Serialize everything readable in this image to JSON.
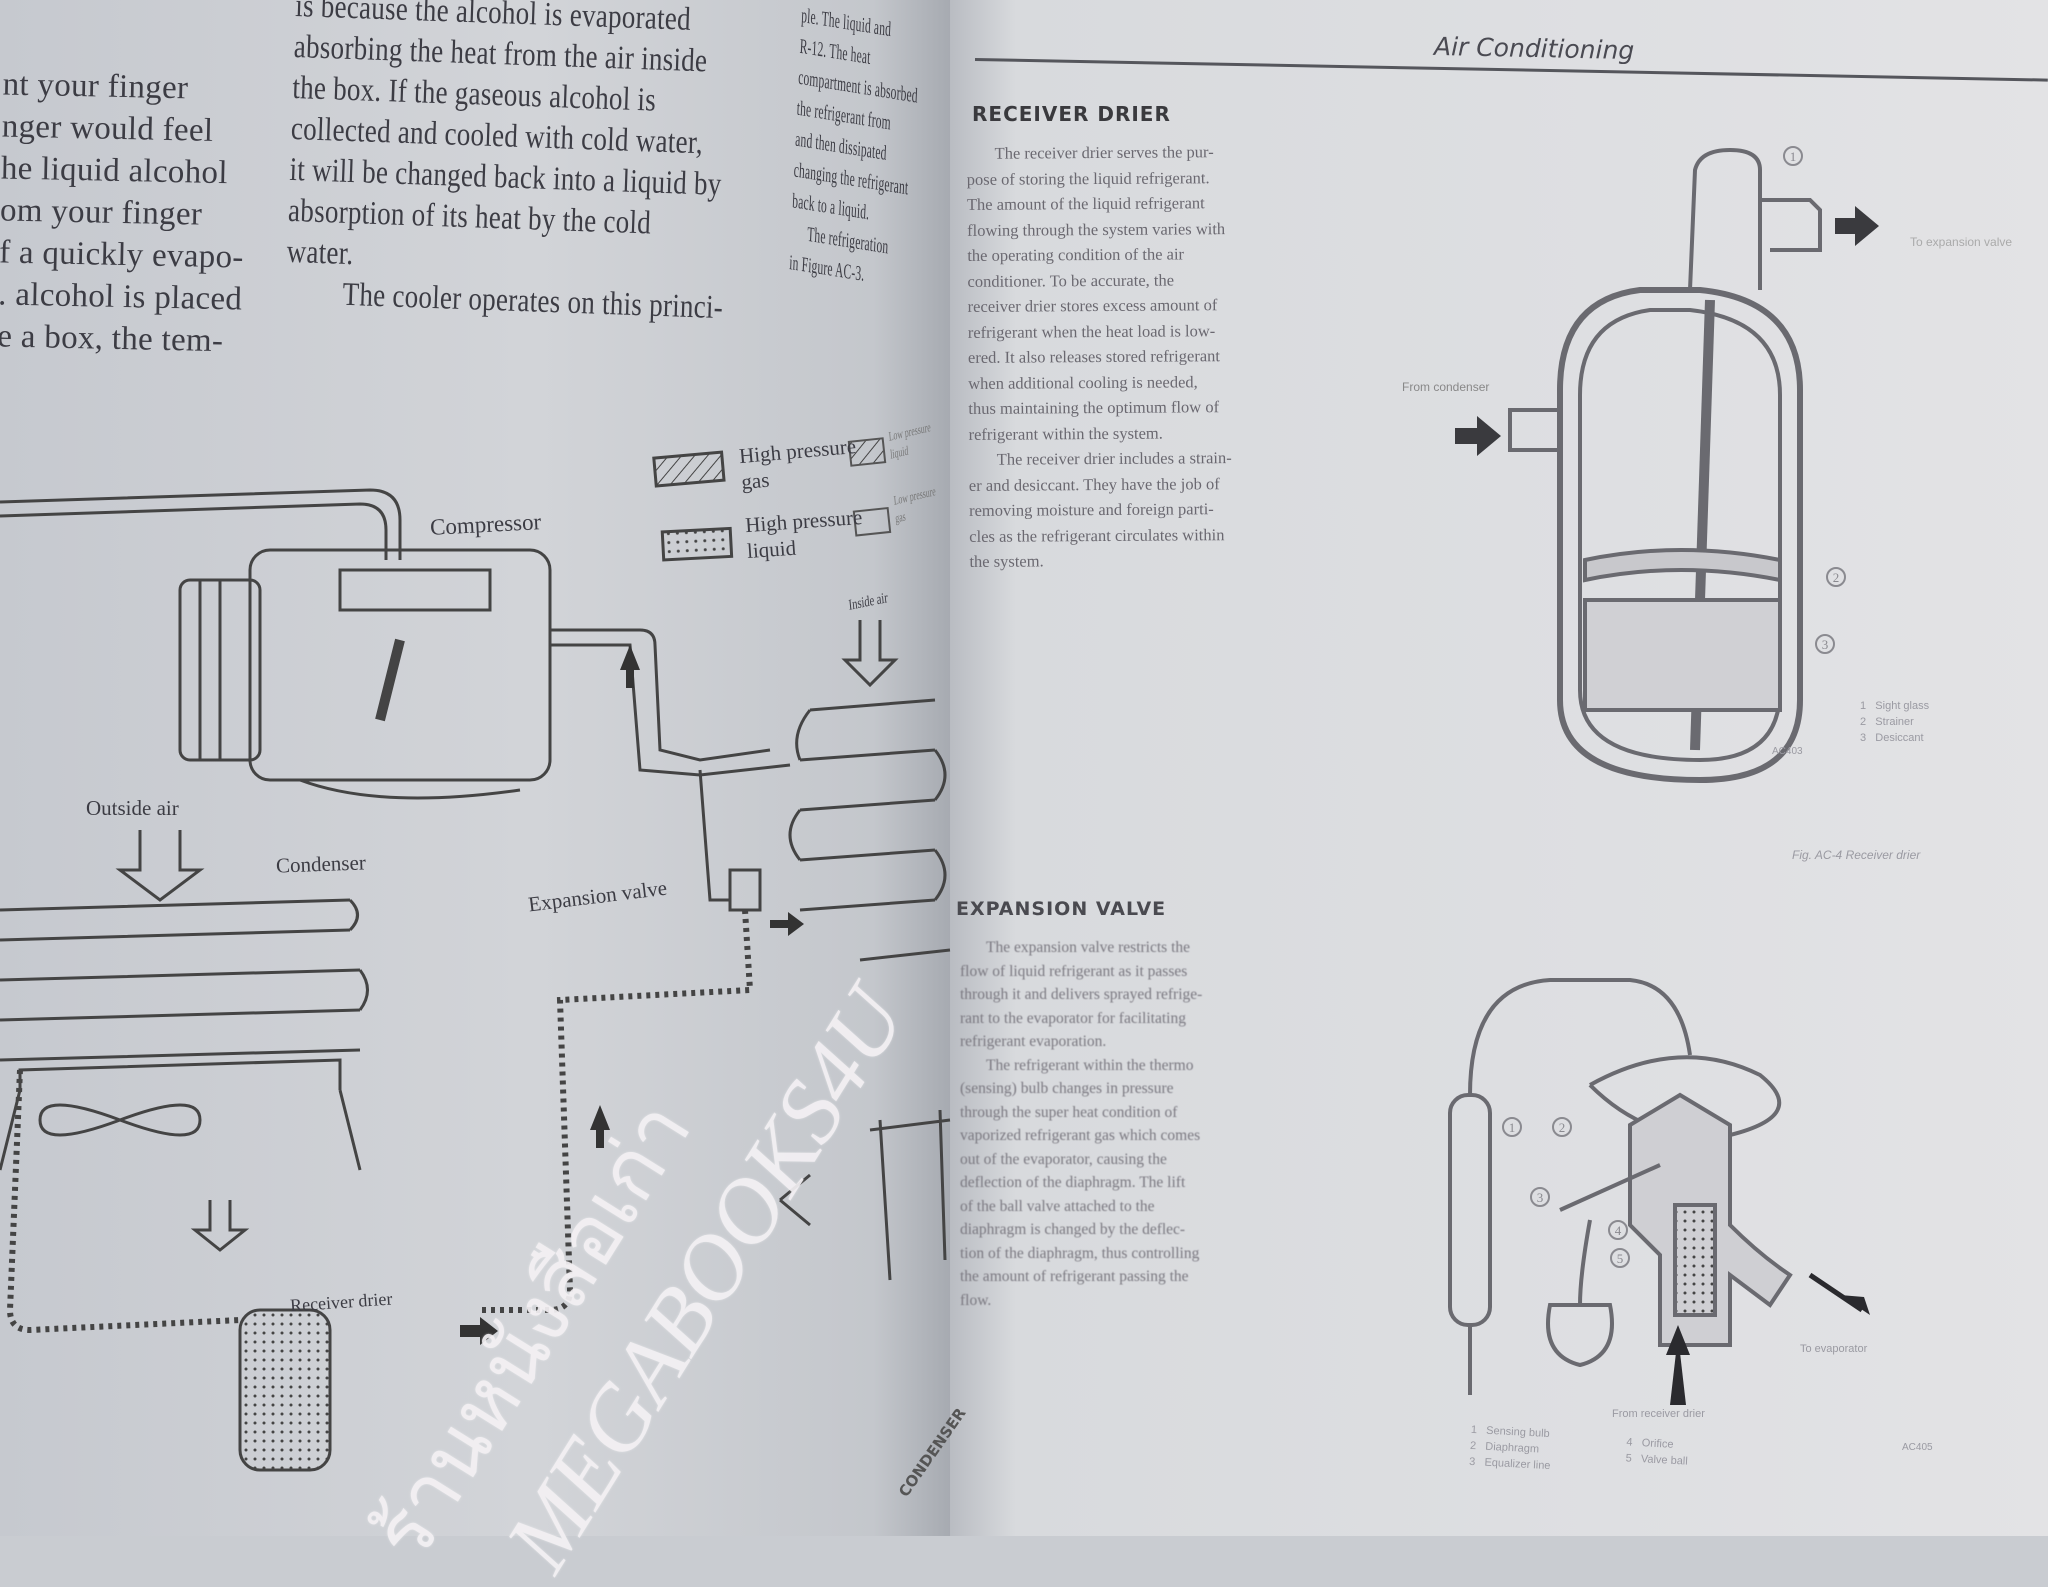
{
  "left_page": {
    "column1_lines": [
      "nt your finger",
      "nger would feel",
      "he liquid alcohol",
      "om your finger",
      "f a quickly evapo-",
      ". alcohol is placed",
      "e a box, the tem-"
    ],
    "column2_lines": [
      "is because the alcohol is evaporated",
      "absorbing the heat from the air inside",
      "the box. If the gaseous alcohol is",
      "collected and cooled with cold water,",
      "it will be changed back into a liquid by",
      "absorption of its heat by the cold",
      "water.",
      "The cooler operates on this princi-"
    ],
    "column3_lines": [
      "ple. The liquid and",
      "R-12. The heat",
      "compartment is absorbed",
      "the refrigerant from",
      "and then dissipated",
      "changing the refrigerant",
      "back to a liquid.",
      "The refrigeration",
      "in Figure AC-3."
    ],
    "diagram": {
      "labels": {
        "compressor": "Compressor",
        "outside_air": "Outside air",
        "condenser": "Condenser",
        "expansion_valve": "Expansion valve",
        "inside_air": "Inside air",
        "receiver_drier": "Receiver drier"
      },
      "legend": [
        {
          "pattern": "diagonal-hatch",
          "label_line1": "High pressure",
          "label_line2": "gas"
        },
        {
          "pattern": "dots",
          "label_line1": "High pressure",
          "label_line2": "liquid"
        },
        {
          "pattern": "fine-hatch",
          "label_line1": "Low pressure",
          "label_line2": "liquid"
        },
        {
          "pattern": "empty",
          "label_line1": "Low pressure",
          "label_line2": "gas"
        }
      ]
    }
  },
  "right_page": {
    "running_header": "Air Conditioning",
    "receiver_drier": {
      "heading": "RECEIVER DRIER",
      "lines": [
        "The receiver drier serves the pur-",
        "pose of storing the liquid refrigerant.",
        "The amount of the liquid refrigerant",
        "flowing through the system varies with",
        "the operating condition of the air",
        "conditioner. To be accurate, the",
        "receiver drier stores excess amount of",
        "refrigerant when the heat load is low-",
        "ered. It also releases stored refrigerant",
        "when additional cooling is needed,",
        "thus maintaining the optimum flow of",
        "refrigerant within the system.",
        "The receiver drier includes a strain-",
        "er and desiccant. They have the job of",
        "removing moisture and foreign parti-",
        "cles as the refrigerant circulates within",
        "the system."
      ]
    },
    "expansion_valve": {
      "heading": "EXPANSION VALVE",
      "lines": [
        "The expansion valve restricts the",
        "flow of liquid refrigerant as it passes",
        "through it and delivers sprayed refrige-",
        "rant to the evaporator for facilitating",
        "refrigerant evaporation.",
        "The refrigerant within the thermo",
        "(sensing) bulb changes in pressure",
        "through the super heat condition of",
        "vaporized refrigerant gas which comes",
        "out of the evaporator, causing the",
        "deflection of the diaphragm. The lift",
        "of the ball valve attached to the",
        "diaphragm is changed by the deflec-",
        "tion of the diaphragm, thus controlling",
        "the amount of refrigerant passing the",
        "flow."
      ]
    },
    "figure_receiver": {
      "from_label": "From condenser",
      "to_label": "To expansion valve",
      "code": "AC403",
      "caption": "Fig. AC-4  Receiver drier",
      "parts": [
        {
          "num": "1",
          "name": "Sight glass"
        },
        {
          "num": "2",
          "name": "Strainer"
        },
        {
          "num": "3",
          "name": "Desiccant"
        }
      ]
    },
    "figure_valve": {
      "from_label": "From receiver drier",
      "to_label": "To evaporator",
      "code": "AC405",
      "parts": [
        {
          "num": "1",
          "name": "Sensing bulb"
        },
        {
          "num": "2",
          "name": "Diaphragm"
        },
        {
          "num": "3",
          "name": "Equalizer line"
        },
        {
          "num": "4",
          "name": "Orifice"
        },
        {
          "num": "5",
          "name": "Valve ball"
        }
      ]
    },
    "gutter_fragment": "CONDENSER"
  },
  "watermark": {
    "thai": "ร้านหนังสือเก่า",
    "latin": "MEGABOOKS4U",
    "color": "#f4f1f4"
  }
}
